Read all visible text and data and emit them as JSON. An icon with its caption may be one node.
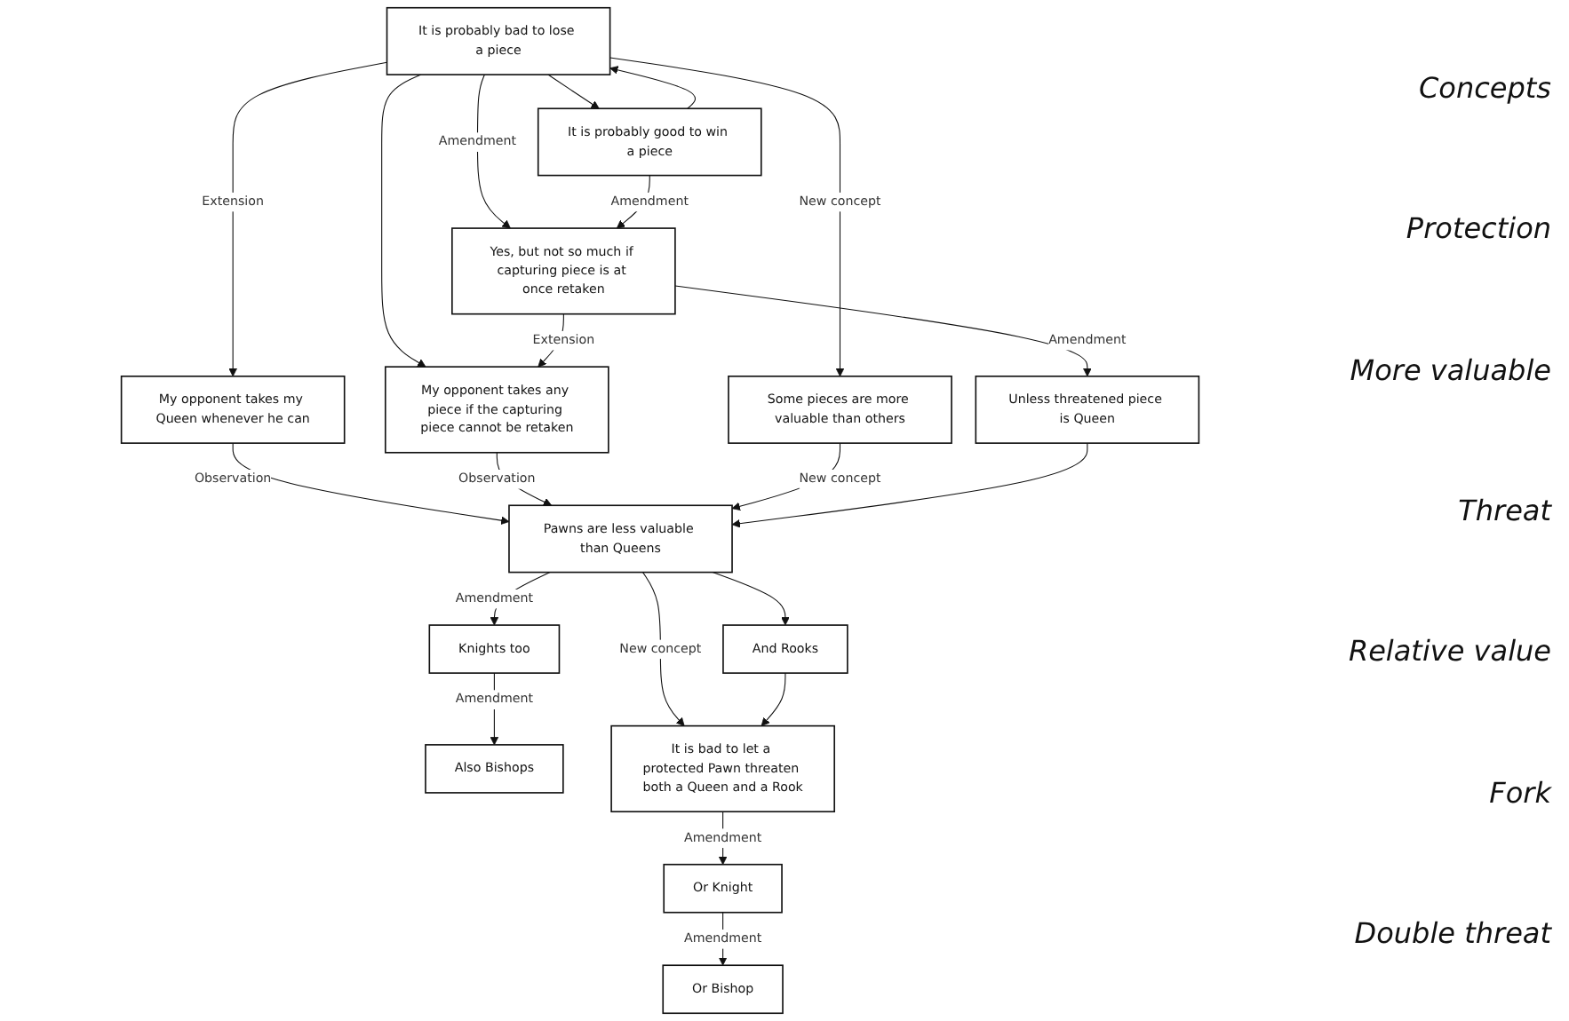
{
  "diagram": {
    "nodes": [
      {
        "text": [
          "It is probably bad to lose a piece"
        ]
      },
      {
        "text": [
          "It is probably good to win a piece"
        ]
      },
      {
        "text": [
          "Yes, but not so much if capturing piece is at once retaken"
        ]
      },
      {
        "text": [
          "My opponent takes my Queen whenever he can"
        ]
      },
      {
        "text": [
          "Some pieces are more valuable than others"
        ]
      },
      {
        "text": [
          "My opponent takes any piece if the capturing piece cannot be retaken"
        ]
      },
      {
        "text": [
          "Unless threatened piece is Queen"
        ]
      },
      {
        "text": [
          "Pawns are less valuable than Queens"
        ]
      },
      {
        "text": [
          "And Rooks"
        ]
      },
      {
        "text": [
          "Knights too"
        ]
      },
      {
        "text": [
          "Also Bishops"
        ]
      },
      {
        "text": [
          "It is bad to let a protected Pawn threaten both a Queen and a Rook"
        ]
      },
      {
        "text": [
          "Or Knight"
        ]
      },
      {
        "text": [
          "Or Bishop"
        ]
      }
    ],
    "edges": [
      {
        "from": 0,
        "to": 1,
        "arrow": "to"
      },
      {
        "from": 1,
        "to": 0,
        "arrow": "to"
      },
      {
        "from": 0,
        "to": 2,
        "arrow": "to",
        "label": "Amendment"
      },
      {
        "from": 1,
        "to": 2,
        "arrow": "to",
        "label": "Amendment"
      },
      {
        "from": 0,
        "to": 3,
        "arrow": "to",
        "label": "Extension"
      },
      {
        "from": 0,
        "to": 5,
        "arrow": "to"
      },
      {
        "from": 0,
        "to": 4,
        "arrow": "to",
        "label": "New concept"
      },
      {
        "from": 2,
        "to": 5,
        "arrow": "to",
        "label": "Extension"
      },
      {
        "from": 2,
        "to": 6,
        "arrow": "to",
        "label": "Amendment"
      },
      {
        "from": 3,
        "to": 7,
        "arrow": "to",
        "label": "Observation"
      },
      {
        "from": 5,
        "to": 7,
        "arrow": "to",
        "label": "Observation"
      },
      {
        "from": 4,
        "to": 7,
        "arrow": "to",
        "label": "New concept"
      },
      {
        "from": 6,
        "to": 7,
        "arrow": "to"
      },
      {
        "from": 7,
        "to": 8,
        "arrow": "to"
      },
      {
        "from": 7,
        "to": 9,
        "arrow": "to",
        "label": "Amendment"
      },
      {
        "from": 9,
        "to": 10,
        "arrow": "to",
        "label": "Amendment"
      },
      {
        "from": 7,
        "to": 11,
        "arrow": "to",
        "label": "New concept"
      },
      {
        "from": 8,
        "to": 11,
        "arrow": "to"
      },
      {
        "from": 11,
        "to": 12,
        "arrow": "to",
        "label": "Amendment"
      },
      {
        "from": 12,
        "to": 13,
        "arrow": "to",
        "label": "Amendment"
      }
    ],
    "labels": [
      "Concepts",
      "Protection",
      "More valuable",
      "Threat",
      "Relative value",
      "Fork",
      "Double threat"
    ]
  }
}
